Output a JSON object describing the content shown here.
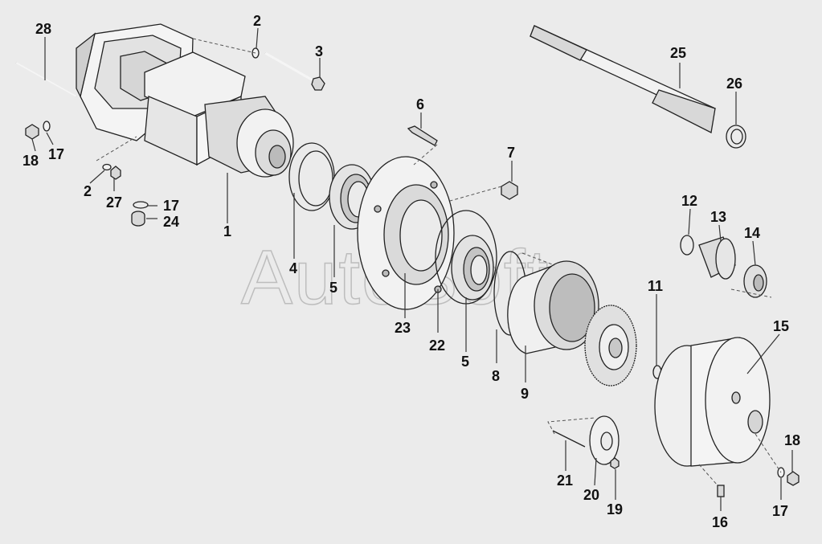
{
  "watermark": "AutoSoft",
  "callouts": [
    {
      "id": "c28",
      "text": "28"
    },
    {
      "id": "c2a",
      "text": "2"
    },
    {
      "id": "c3",
      "text": "3"
    },
    {
      "id": "c18a",
      "text": "18"
    },
    {
      "id": "c17a",
      "text": "17"
    },
    {
      "id": "c2b",
      "text": "2"
    },
    {
      "id": "c27",
      "text": "27"
    },
    {
      "id": "c17b",
      "text": "17"
    },
    {
      "id": "c24",
      "text": "24"
    },
    {
      "id": "c1",
      "text": "1"
    },
    {
      "id": "c4",
      "text": "4"
    },
    {
      "id": "c5a",
      "text": "5"
    },
    {
      "id": "c6",
      "text": "6"
    },
    {
      "id": "c7",
      "text": "7"
    },
    {
      "id": "c23",
      "text": "23"
    },
    {
      "id": "c22",
      "text": "22"
    },
    {
      "id": "c5b",
      "text": "5"
    },
    {
      "id": "c8",
      "text": "8"
    },
    {
      "id": "c9",
      "text": "9"
    },
    {
      "id": "c25",
      "text": "25"
    },
    {
      "id": "c26",
      "text": "26"
    },
    {
      "id": "c12",
      "text": "12"
    },
    {
      "id": "c13",
      "text": "13"
    },
    {
      "id": "c14",
      "text": "14"
    },
    {
      "id": "c11",
      "text": "11"
    },
    {
      "id": "c15",
      "text": "15"
    },
    {
      "id": "c18b",
      "text": "18"
    },
    {
      "id": "c21",
      "text": "21"
    },
    {
      "id": "c20",
      "text": "20"
    },
    {
      "id": "c19",
      "text": "19"
    },
    {
      "id": "c16",
      "text": "16"
    },
    {
      "id": "c17c",
      "text": "17"
    }
  ]
}
